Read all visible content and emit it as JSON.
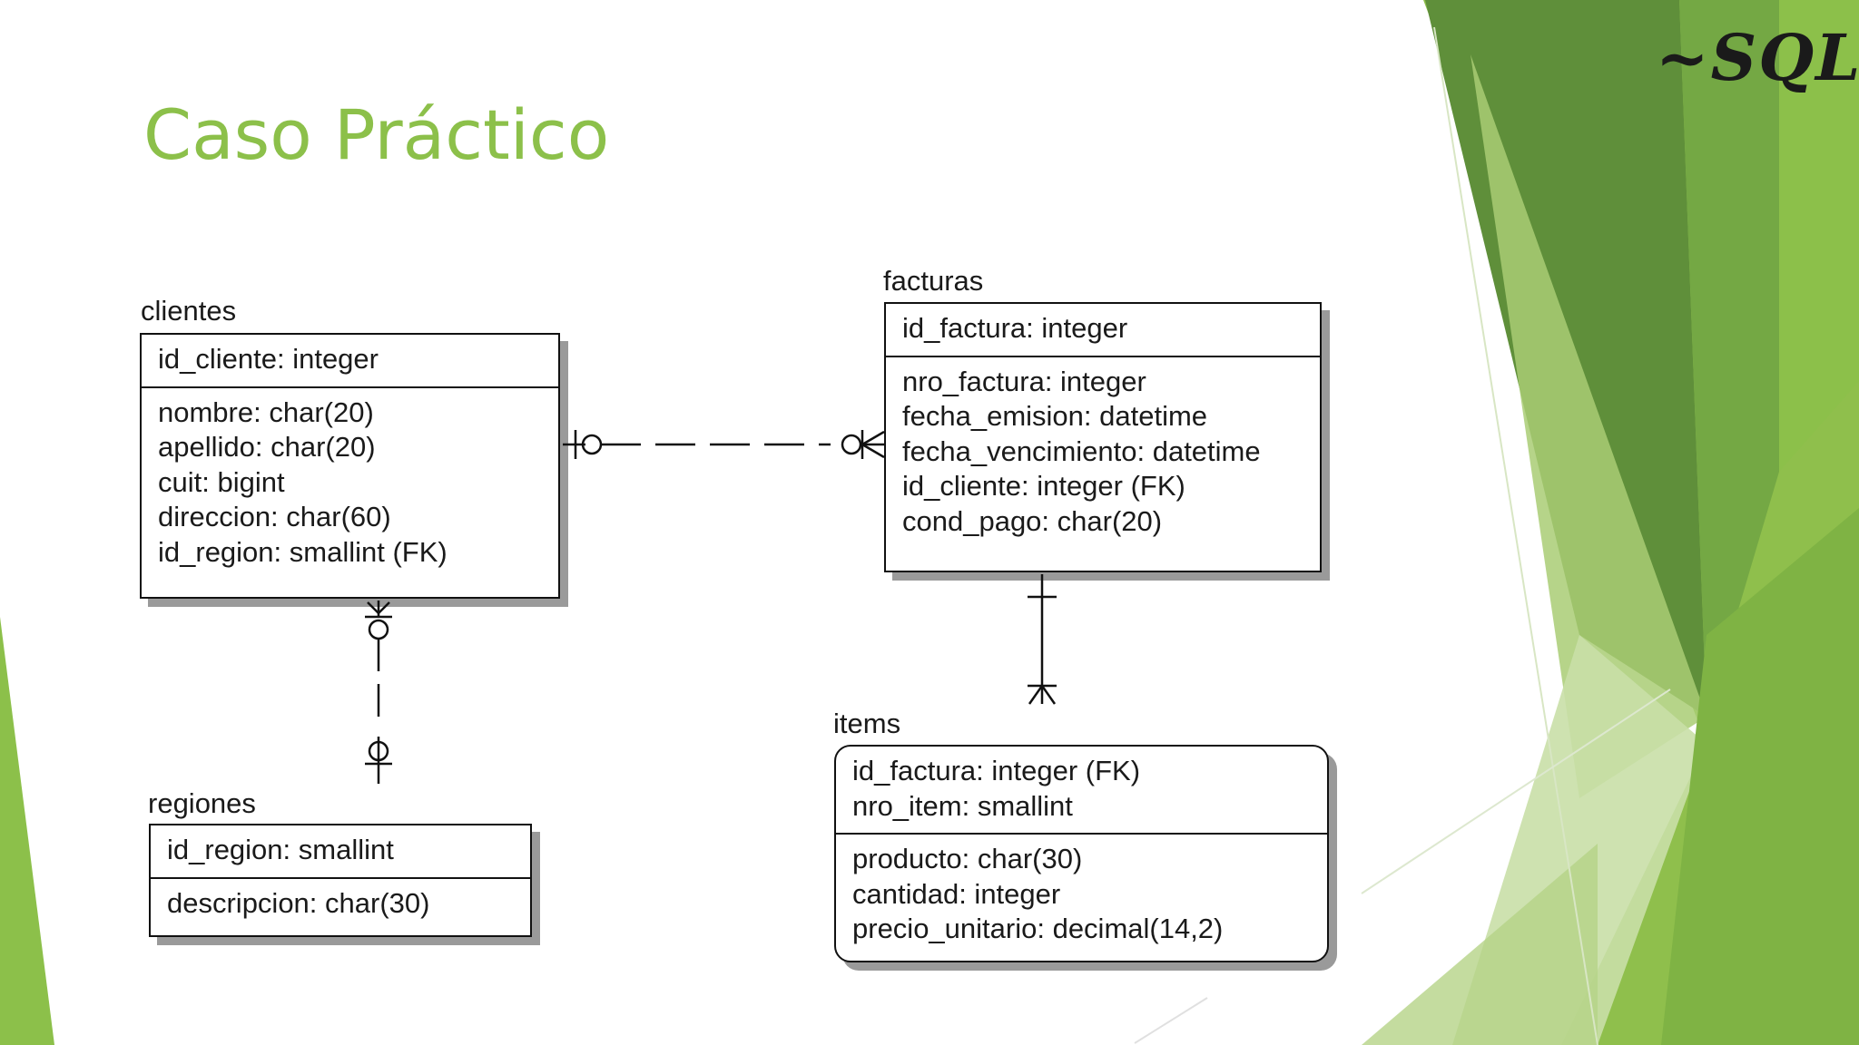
{
  "slide": {
    "title": "Caso Práctico",
    "logo": "~SQL"
  },
  "colors": {
    "title": "#8cc04a",
    "accent_dark": "#4f8a2c",
    "accent_mid": "#6fa83d",
    "accent_light": "#9cc85c",
    "accent_pale": "#c9dfa7"
  },
  "entities": {
    "clientes": {
      "name": "clientes",
      "keys": [
        "id_cliente: integer"
      ],
      "attributes": [
        "nombre: char(20)",
        "apellido: char(20)",
        "cuit: bigint",
        "direccion: char(60)",
        "id_region: smallint (FK)"
      ]
    },
    "facturas": {
      "name": "facturas",
      "keys": [
        "id_factura: integer"
      ],
      "attributes": [
        "nro_factura: integer",
        "fecha_emision: datetime",
        "fecha_vencimiento: datetime",
        "id_cliente: integer (FK)",
        "cond_pago: char(20)"
      ]
    },
    "regiones": {
      "name": "regiones",
      "keys": [
        "id_region: smallint"
      ],
      "attributes": [
        "descripcion: char(30)"
      ]
    },
    "items": {
      "name": "items",
      "keys": [
        "id_factura: integer (FK)",
        "nro_item: smallint"
      ],
      "attributes": [
        "producto: char(30)",
        "cantidad: integer",
        "precio_unitario: decimal(14,2)"
      ]
    }
  }
}
